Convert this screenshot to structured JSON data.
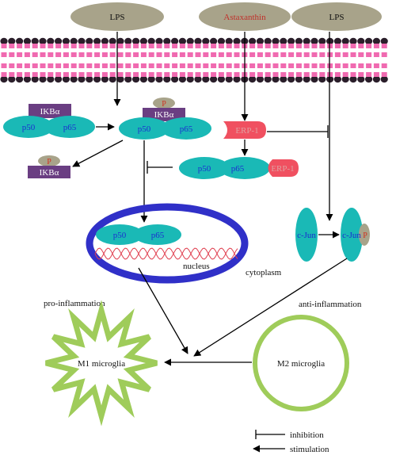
{
  "stimuli": {
    "lps_left": "LPS",
    "astaxanthin": "Astaxanthin",
    "lps_right": "LPS"
  },
  "complexes": {
    "ikba": "IKBα",
    "p50": "p50",
    "p65": "p65",
    "phospho": "P",
    "erp": "ERP-1",
    "cjun": "c-Jun"
  },
  "compartments": {
    "nucleus": "nucleus",
    "cytoplasm": "cytoplasm"
  },
  "outcomes": {
    "pro_inflammation": "pro-inflammation",
    "anti_inflammation": "anti-inflammation",
    "m1": "M1  microglia",
    "m2": "M2  microglia"
  },
  "legend": {
    "inhibition": "inhibition",
    "stimulation": "stimulation"
  },
  "colors": {
    "stimulus_oval": "#a8a38a",
    "membrane_head": "#2a1e2a",
    "membrane_tail": "#f06ab0",
    "p50_p65": "#1ab9b6",
    "ikba": "#6a3e82",
    "phospho": "#a8a38a",
    "erp": "#f05060",
    "nucleus_ring": "#3030c8",
    "m1_star": "#9fcc5a",
    "m2_ring": "#9fcc5a",
    "dna": "#e04050"
  }
}
